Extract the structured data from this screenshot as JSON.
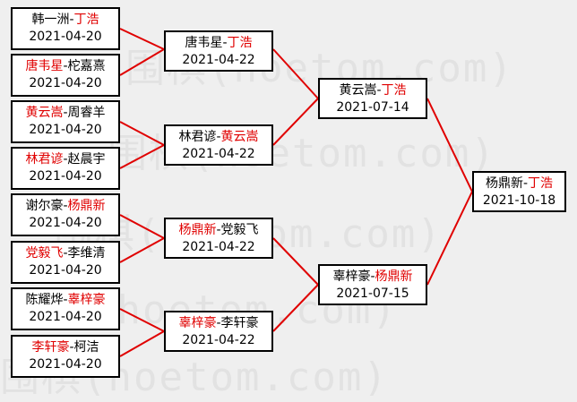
{
  "watermark": "围棋(hoetom.com)",
  "colors": {
    "winner": "#e00000",
    "line": "#e00000"
  },
  "round1": [
    {
      "p1": "韩一洲",
      "p2": "丁浩",
      "winner": 2,
      "date": "2021-04-20"
    },
    {
      "p1": "唐韦星",
      "p2": "柁嘉熹",
      "winner": 1,
      "date": "2021-04-20"
    },
    {
      "p1": "黄云嵩",
      "p2": "周睿羊",
      "winner": 1,
      "date": "2021-04-20"
    },
    {
      "p1": "林君谚",
      "p2": "赵晨宇",
      "winner": 1,
      "date": "2021-04-20"
    },
    {
      "p1": "谢尔豪",
      "p2": "杨鼎新",
      "winner": 2,
      "date": "2021-04-20"
    },
    {
      "p1": "党毅飞",
      "p2": "李维清",
      "winner": 1,
      "date": "2021-04-20"
    },
    {
      "p1": "陈耀烨",
      "p2": "辜梓豪",
      "winner": 2,
      "date": "2021-04-20"
    },
    {
      "p1": "李轩豪",
      "p2": "柯洁",
      "winner": 1,
      "date": "2021-04-20"
    }
  ],
  "round2": [
    {
      "p1": "唐韦星",
      "p2": "丁浩",
      "winner": 2,
      "date": "2021-04-22"
    },
    {
      "p1": "林君谚",
      "p2": "黄云嵩",
      "winner": 2,
      "date": "2021-04-22"
    },
    {
      "p1": "杨鼎新",
      "p2": "党毅飞",
      "winner": 1,
      "date": "2021-04-22"
    },
    {
      "p1": "辜梓豪",
      "p2": "李轩豪",
      "winner": 1,
      "date": "2021-04-22"
    }
  ],
  "round3": [
    {
      "p1": "黄云嵩",
      "p2": "丁浩",
      "winner": 2,
      "date": "2021-07-14"
    },
    {
      "p1": "辜梓豪",
      "p2": "杨鼎新",
      "winner": 2,
      "date": "2021-07-15"
    }
  ],
  "final": {
    "p1": "杨鼎新",
    "p2": "丁浩",
    "winner": 2,
    "date": "2021-10-18"
  }
}
